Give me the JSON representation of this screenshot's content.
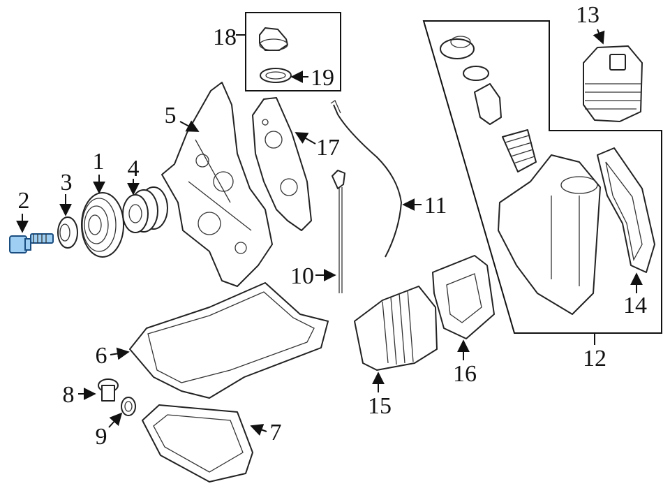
{
  "diagram": {
    "highlight_color": "#9fd0f3",
    "line_color": "#111111",
    "callouts": [
      "1",
      "2",
      "3",
      "4",
      "5",
      "6",
      "7",
      "8",
      "9",
      "10",
      "11",
      "12",
      "13",
      "14",
      "15",
      "16",
      "17",
      "18",
      "19"
    ]
  }
}
